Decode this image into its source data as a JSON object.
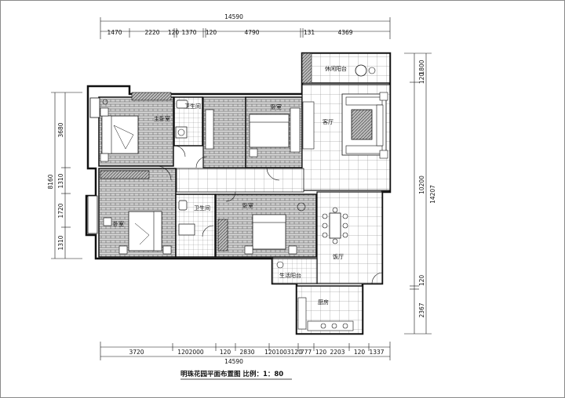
{
  "dimensions": {
    "top_total": "14590",
    "top_segments": [
      "1470",
      "2220",
      "120",
      "1370",
      "120",
      "4790",
      "131",
      "4369"
    ],
    "bottom_segments": [
      "3720",
      "1202000",
      "120",
      "2830",
      "1201003120",
      "777",
      "120",
      "2203",
      "120",
      "1337"
    ],
    "bottom_total": "14590",
    "left_total": "8160",
    "left_segments": [
      "3680",
      "1310",
      "1720",
      "1310"
    ],
    "right_total": "14207",
    "right_main": "10200",
    "right_segments": [
      "1800",
      "120",
      "120",
      "2367"
    ]
  },
  "rooms": {
    "master_bedroom": "主卧室",
    "bathroom_top": "卫生间",
    "bedroom_top": "卧室",
    "leisure_balcony": "休闲阳台",
    "living_room": "客厅",
    "bathroom_mid": "卫生间",
    "bedroom_mid": "卧室",
    "bedroom_left": "卧室",
    "dining_room": "饭厅",
    "service_balcony": "生活阳台",
    "kitchen": "厨房"
  },
  "title": "明珠花园平面布置图 比例：1：80"
}
